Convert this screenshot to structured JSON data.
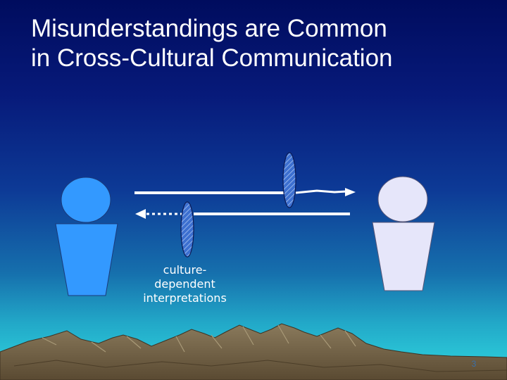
{
  "slide": {
    "title_line1": "Misunderstandings are Common",
    "title_line2": "in Cross-Cultural Communication",
    "caption_line1": "culture-",
    "caption_line2": "dependent",
    "caption_line3": "interpretations",
    "page_number": "3"
  },
  "colors": {
    "person_left": "#3399ff",
    "person_right": "#e6e6fa",
    "filter_fill": "#3366cc",
    "arrow": "#ffffff"
  }
}
